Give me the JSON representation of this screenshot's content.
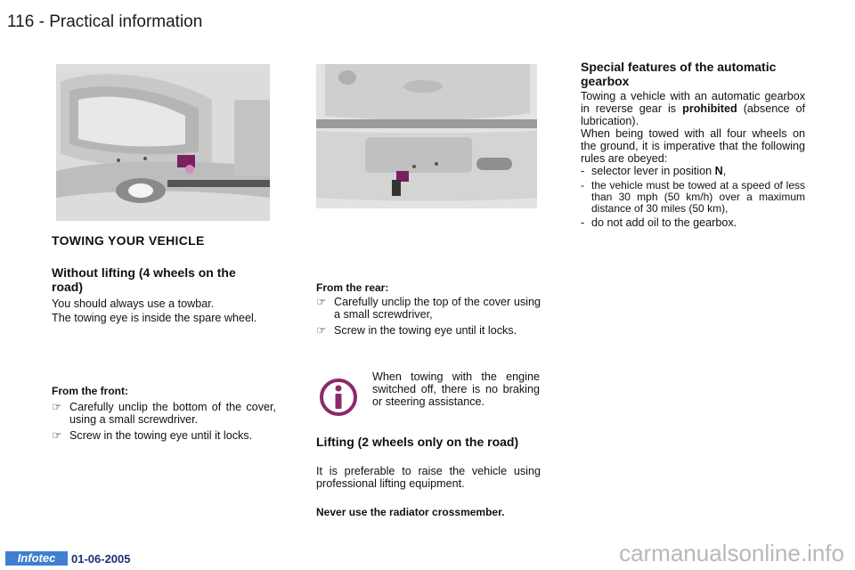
{
  "header": {
    "page_number": "116",
    "separator": "-",
    "section_title": "Practical information"
  },
  "left": {
    "main_heading": "TOWING YOUR VEHICLE",
    "sub_heading": "Without lifting (4 wheels on the road)",
    "para1": "You should always use a towbar.",
    "para2": "The towing eye is inside the spare wheel.",
    "front_label": "From the front:",
    "front_bullets": [
      "Carefully unclip the bottom of the cover, using a small screwdriver.",
      "Screw in the towing eye until it locks."
    ]
  },
  "middle": {
    "rear_label": "From the rear:",
    "rear_bullets": [
      "Carefully unclip the top of the cover using a small screwdriver,",
      "Screw in the towing eye until it locks."
    ],
    "info_text": "When towing with the engine switched off, there is no braking or steering assistance.",
    "lift_heading": "Lifting (2 wheels only on the road)",
    "lift_para": "It is preferable to raise the vehicle using professional lifting equipment.",
    "warning": "Never use the radiator crossmember."
  },
  "right": {
    "heading": "Special features of the automatic gearbox",
    "para1_pre": "Towing a vehicle with an automatic gearbox in reverse gear is",
    "para1_bold": "prohibited",
    "para1_post": "(absence of lubrication).",
    "para2": "When being towed with all four wheels on the ground, it is imperative that the following rules are obeyed:",
    "rule1_pre": "selector lever in position",
    "rule1_bold": "N",
    "rule1_post": ",",
    "rule2": "the vehicle must be towed at a speed of less than 30 mph (50 km/h) over a maximum distance of 30 miles (50 km),",
    "rule3": "do not add oil to the gearbox."
  },
  "icons": {
    "bullet": "pointing-hand-icon",
    "info": "info-icon",
    "bullet_glyph": "☞",
    "dash_glyph": "-"
  },
  "colors": {
    "photo_accent": "#7a2060",
    "info_icon": "#8a2a6a",
    "footer_logo": "#3f7fd0",
    "footer_date": "#1d2f7a"
  },
  "footer": {
    "logo_text": "Infotec",
    "date": "01-06-2005",
    "watermark": "carmanualsonline.info"
  }
}
